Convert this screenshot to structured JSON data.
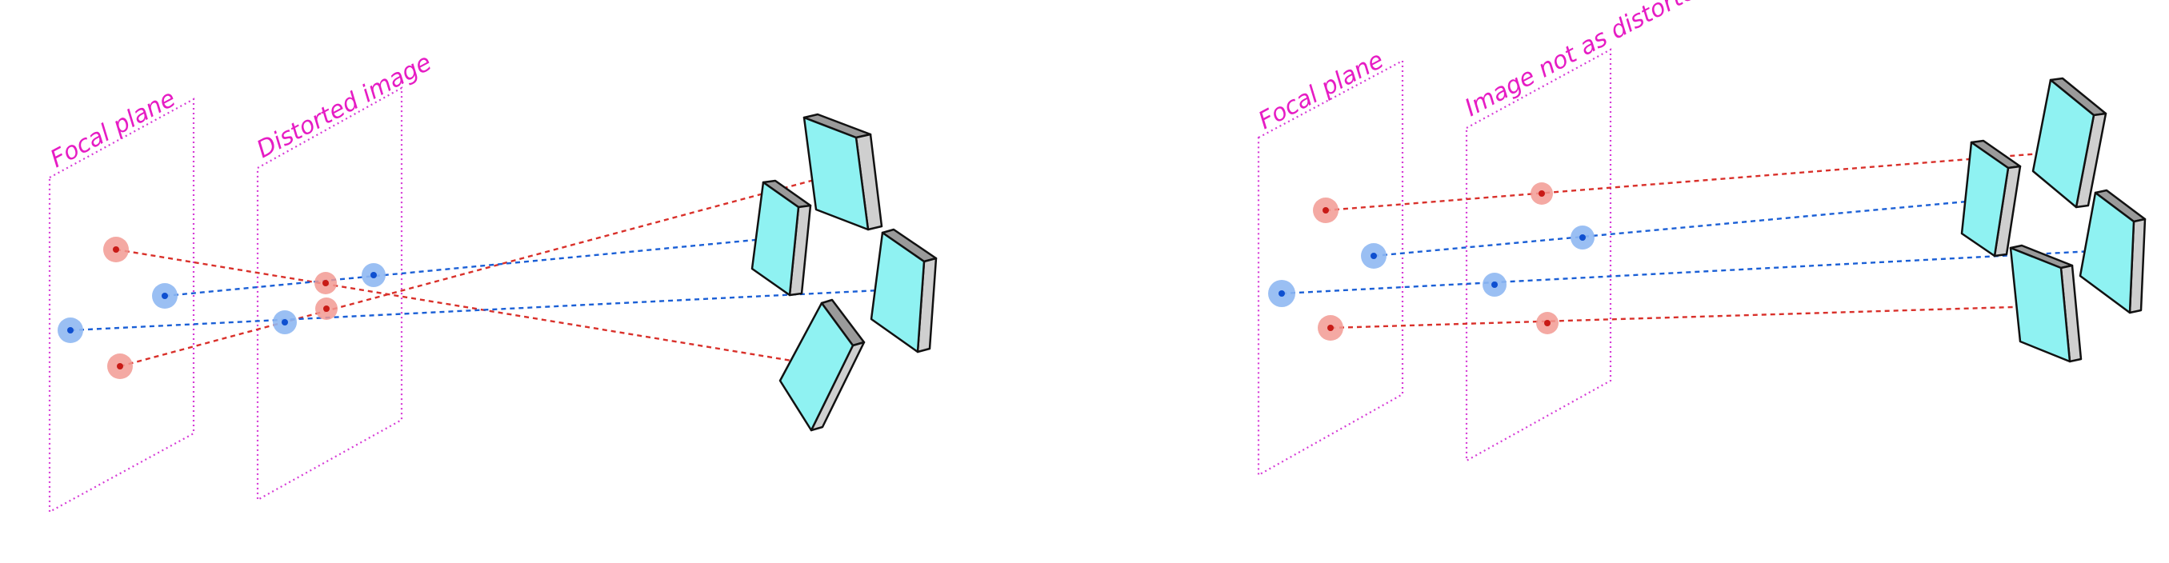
{
  "left_panel": {
    "focal_plane_label": "Focal plane",
    "image_plane_label": "Distorted image"
  },
  "right_panel": {
    "focal_plane_label": "Focal plane",
    "image_plane_label": "Image not as distorted"
  },
  "colors": {
    "label": "#e61cc4",
    "plane_outline": "#d63bd6",
    "red_ray": "#d9302a",
    "blue_ray": "#1a5fd6",
    "mirror_face": "#8ff2f2"
  }
}
